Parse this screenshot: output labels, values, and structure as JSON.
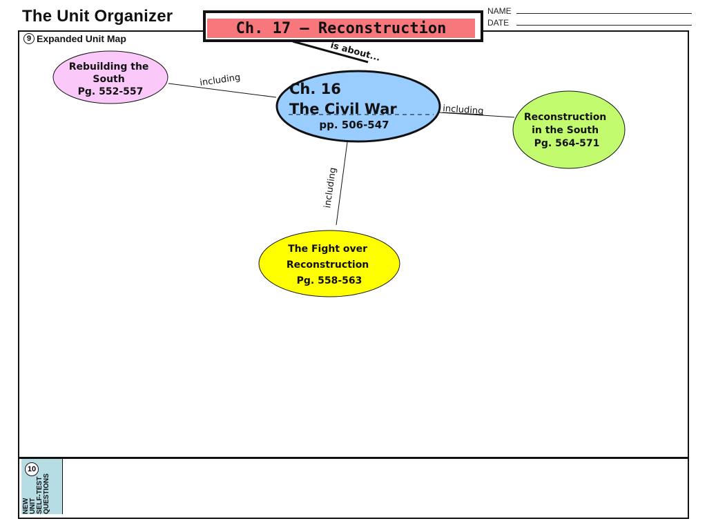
{
  "header": {
    "title": "The Unit Organizer",
    "chapter_title": "Ch. 17 – Reconstruction",
    "name_label": "NAME",
    "date_label": "DATE"
  },
  "section9": {
    "number": "9",
    "label": "Expanded Unit Map"
  },
  "section10": {
    "number": "10",
    "label_lines": [
      "NEW",
      "UNIT",
      "SELF-TEST",
      "QUESTIONS"
    ]
  },
  "concept_map": {
    "central": {
      "lines": [
        "Ch. 16",
        "The Civil War",
        "pp. 506-547"
      ],
      "color": "#99ccff"
    },
    "nodes": [
      {
        "id": "rebuilding",
        "lines": [
          "Rebuilding the",
          "South",
          "Pg. 552-557"
        ],
        "color": "#fbc8fa"
      },
      {
        "id": "reconstruction-south",
        "lines": [
          "Reconstruction",
          "in the South",
          "Pg. 564-571"
        ],
        "color": "#c2fb6d"
      },
      {
        "id": "fight-over",
        "lines": [
          "The Fight over",
          "Reconstruction",
          "Pg. 558-563"
        ],
        "color": "#ffff00"
      }
    ],
    "links": {
      "is_about": "is about...",
      "including": "including"
    }
  }
}
